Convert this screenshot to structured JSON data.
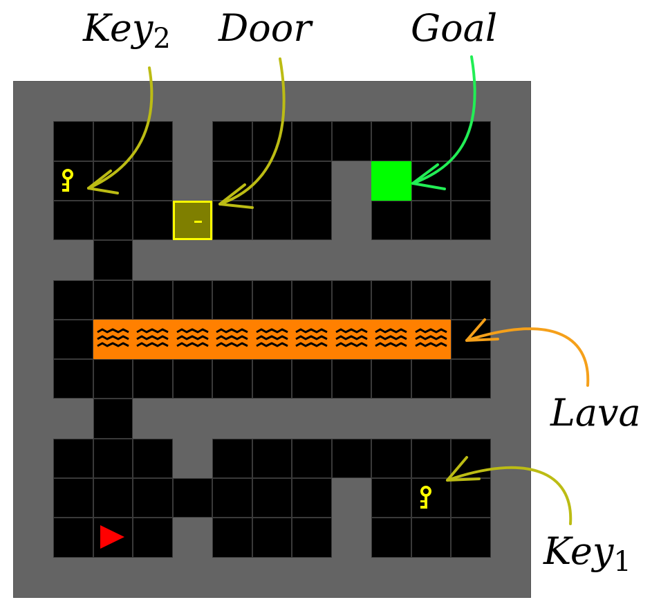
{
  "labels": {
    "key2": {
      "text": "Key",
      "sub": "2",
      "color": "#bcbc14"
    },
    "door": {
      "text": "Door",
      "color": "#bcbc14"
    },
    "goal": {
      "text": "Goal",
      "color": "#22ee55"
    },
    "lava": {
      "text": "Lava",
      "color": "#f5a01a"
    },
    "key1": {
      "text": "Key",
      "sub": "1",
      "color": "#bcbc14"
    }
  },
  "grid": {
    "cols": 13,
    "rows": 13,
    "legend": {
      "W": "wall",
      "F": "floor",
      "K": "key",
      "D": "door-locked",
      "G": "goal",
      "L": "lava",
      "A": "agent-facing-right"
    },
    "map": [
      "WWWWWWWWWWWWW",
      "WFFFWFFFFFFFW",
      "WKFFWFFFWGFFW",
      "WFFFDFFFWFFFW",
      "WWFWWWWWWWWWW",
      "WFFFFFFFFFFFW",
      "WFLLLLLLLLLFW",
      "WFFFFFFFFFFFW",
      "WWFWWWWWWWWWW",
      "WFFFWFFFFFFFW",
      "WFFFFFFFWFKFW",
      "WFAFWFFFWFFFW",
      "WWWWWWWWWWWWW"
    ]
  },
  "colors": {
    "wall": "#646464",
    "floor": "#000000",
    "lava": "#ff8000",
    "goal": "#00ff00",
    "key": "#ffff00",
    "door_fill": "#7f7f00",
    "agent": "#ff0000"
  }
}
